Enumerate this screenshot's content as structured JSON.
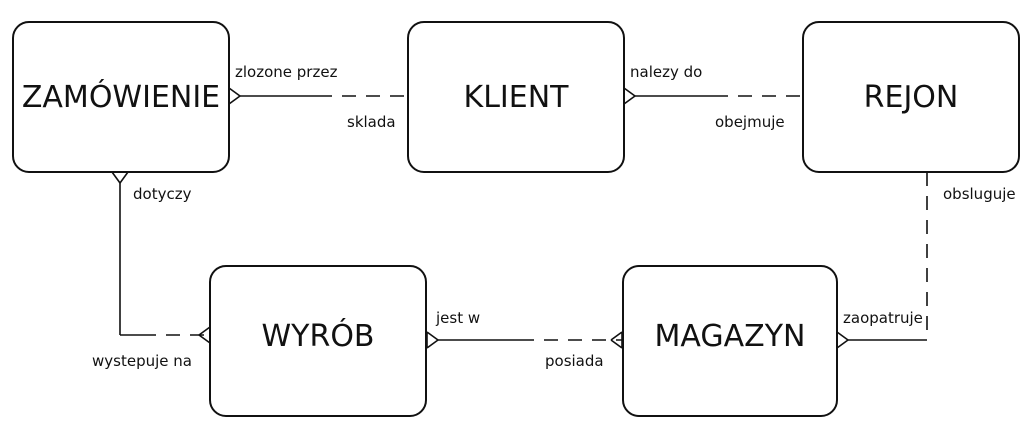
{
  "entities": {
    "zamowienie": "ZAMÓWIENIE",
    "klient": "KLIENT",
    "rejon": "REJON",
    "wyrob": "WYRÓB",
    "magazyn": "MAGAZYN"
  },
  "relationships": {
    "zamowienie_klient": {
      "near_zamowienie": "zlozone przez",
      "near_klient": "sklada"
    },
    "klient_rejon": {
      "near_klient": "nalezy do",
      "near_rejon": "obejmuje"
    },
    "zamowienie_wyrob": {
      "near_zamowienie": "dotyczy",
      "near_wyrob": "wystepuje na"
    },
    "wyrob_magazyn": {
      "near_wyrob": "jest w",
      "near_magazyn": "posiada"
    },
    "rejon_magazyn": {
      "near_rejon": "obsluguje",
      "near_magazyn": "zaopatruje"
    }
  }
}
